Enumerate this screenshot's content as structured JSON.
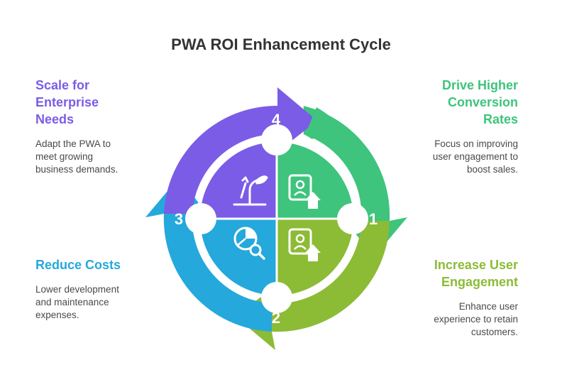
{
  "title": "PWA ROI Enhancement Cycle",
  "steps": [
    {
      "number": "1",
      "heading_lines": [
        "Drive Higher",
        "Conversion",
        "Rates"
      ],
      "desc_lines": [
        "Focus on improving",
        "user engagement to",
        "boost sales."
      ],
      "color": "#3ec47c",
      "icon": "user-profile-up-icon"
    },
    {
      "number": "2",
      "heading_lines": [
        "Increase User",
        "Engagement"
      ],
      "desc_lines": [
        "Enhance user",
        "experience to retain",
        "customers."
      ],
      "color": "#8cbb36",
      "icon": "user-growth-icon"
    },
    {
      "number": "3",
      "heading_lines": [
        "Reduce Costs"
      ],
      "desc_lines": [
        "Lower development",
        "and maintenance",
        "expenses."
      ],
      "color": "#25a8dc",
      "icon": "pie-chart-search-icon"
    },
    {
      "number": "4",
      "heading_lines": [
        "Scale for",
        "Enterprise",
        "Needs"
      ],
      "desc_lines": [
        "Adapt the PWA to",
        "meet growing",
        "business demands."
      ],
      "color": "#7b5ce6",
      "icon": "growing-plant-icon"
    }
  ]
}
